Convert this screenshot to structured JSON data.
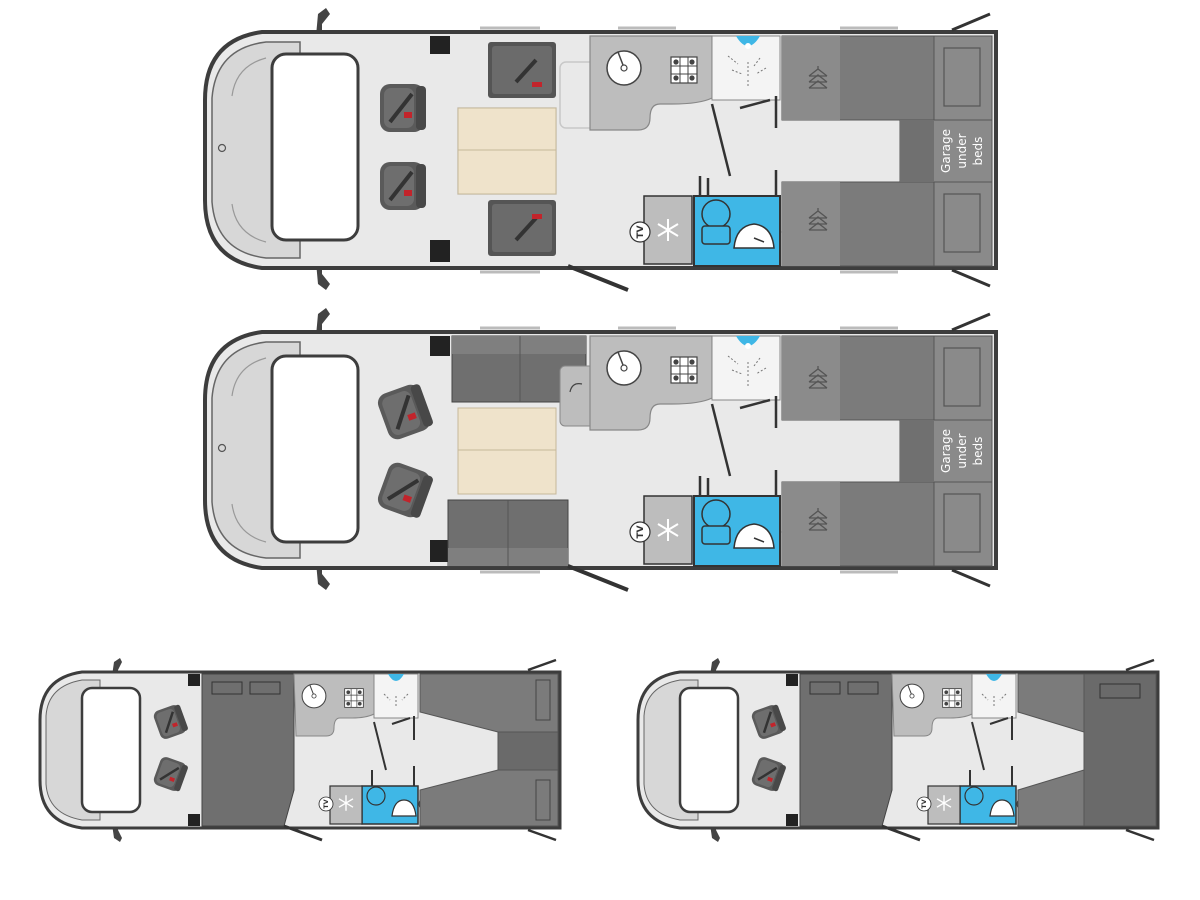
{
  "labels": {
    "garage_line1": "Garage",
    "garage_line2": "under",
    "garage_line3": "beds",
    "tv": "TV"
  },
  "colors": {
    "body_outline": "#3d3d3d",
    "floor": "#e9e9e9",
    "cab_floor": "#ebebeb",
    "bed": "#7b7b7b",
    "bed_dark": "#5f5f5f",
    "kitchen": "#bdbdbd",
    "table": "#efe3cb",
    "washroom_accent": "#3fb7e6",
    "seat": "#555555",
    "seatbelt_red": "#c2242b"
  },
  "icons": [
    "steering-wheel-icon",
    "seat-icon",
    "sink-icon",
    "hob-icon",
    "shower-icon",
    "toilet-icon",
    "fridge-snowflake-icon",
    "tv-icon",
    "hanger-icon",
    "door-icon"
  ]
}
